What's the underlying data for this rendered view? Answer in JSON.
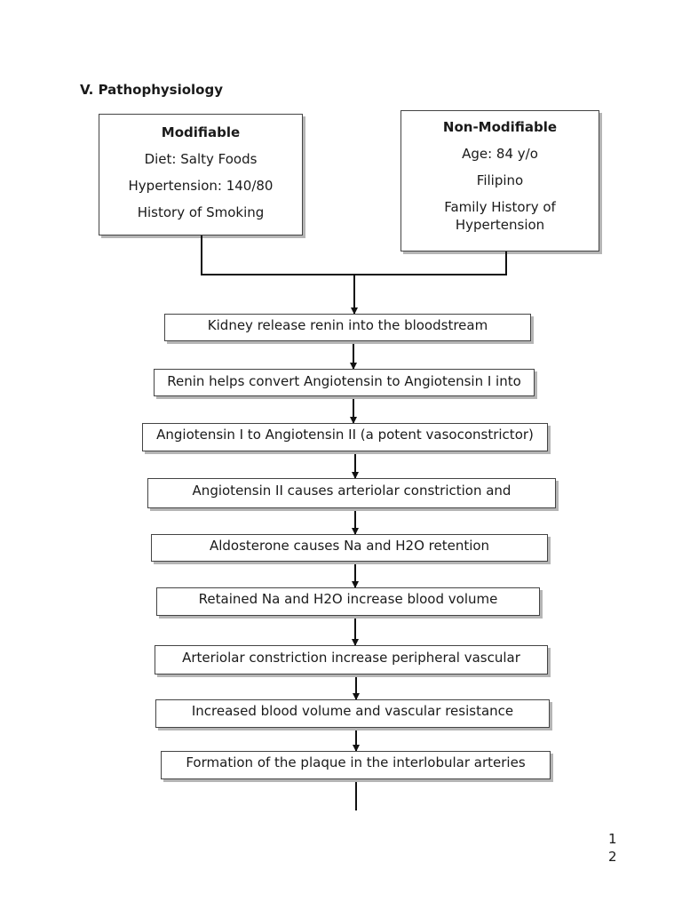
{
  "section_title": "V. Pathophysiology",
  "modifiable": {
    "title": "Modifiable",
    "items": [
      "Diet: Salty Foods",
      "Hypertension: 140/80",
      "History of Smoking"
    ]
  },
  "non_modifiable": {
    "title": "Non-Modifiable",
    "items": [
      "Age: 84 y/o",
      "Filipino",
      "Family History of Hypertension"
    ]
  },
  "steps": [
    "Kidney release renin into the bloodstream",
    "Renin helps convert Angiotensin to Angiotensin I into",
    "Angiotensin I to Angiotensin II (a potent vasoconstrictor)",
    "Angiotensin II causes arteriolar constriction and",
    "Aldosterone causes Na and H2O retention",
    "Retained Na and H2O increase blood volume",
    "Arteriolar constriction increase peripheral vascular",
    "Increased blood volume and vascular resistance",
    "Formation of the plaque in the interlobular arteries"
  ],
  "page_number": [
    "1",
    "2"
  ]
}
